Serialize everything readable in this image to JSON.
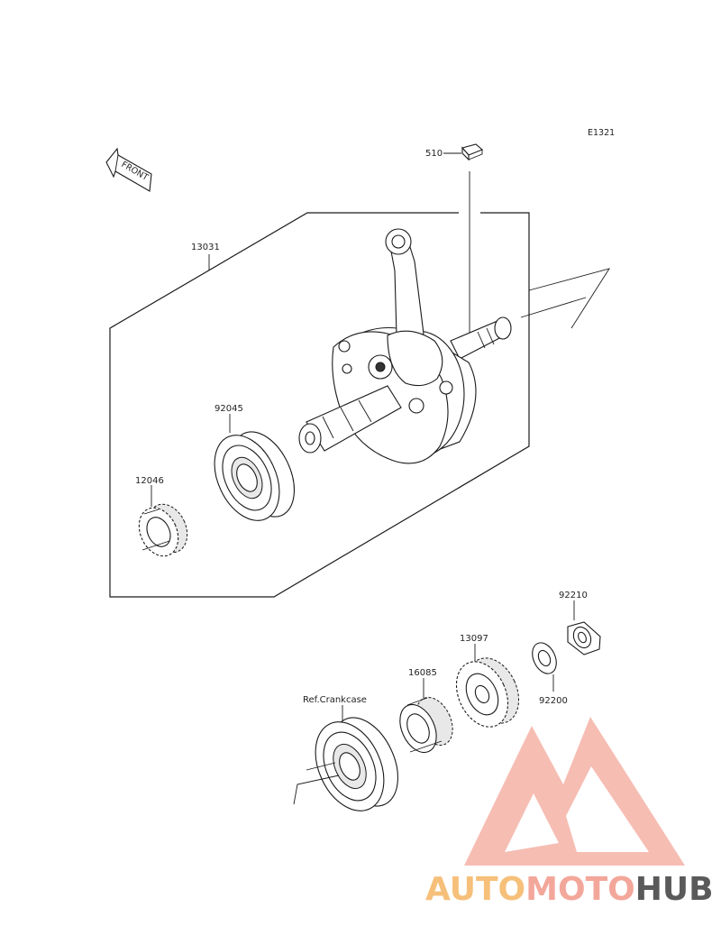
{
  "diagram_code": "E1321",
  "front_label": "FRONT",
  "callouts": {
    "p510": "510",
    "p13031": "13031",
    "p92045": "92045",
    "p12046": "12046",
    "p92210": "92210",
    "p13097": "13097",
    "p16085": "16085",
    "p92200": "92200",
    "ref_crankcase": "Ref.Crankcase"
  },
  "watermark": {
    "part1": "AUTO",
    "part2": "MOTO",
    "part3": "HUB",
    "color_light": "#f6c07a",
    "color_mid": "#f3a79a",
    "color_dark": "#5a5a5a"
  }
}
